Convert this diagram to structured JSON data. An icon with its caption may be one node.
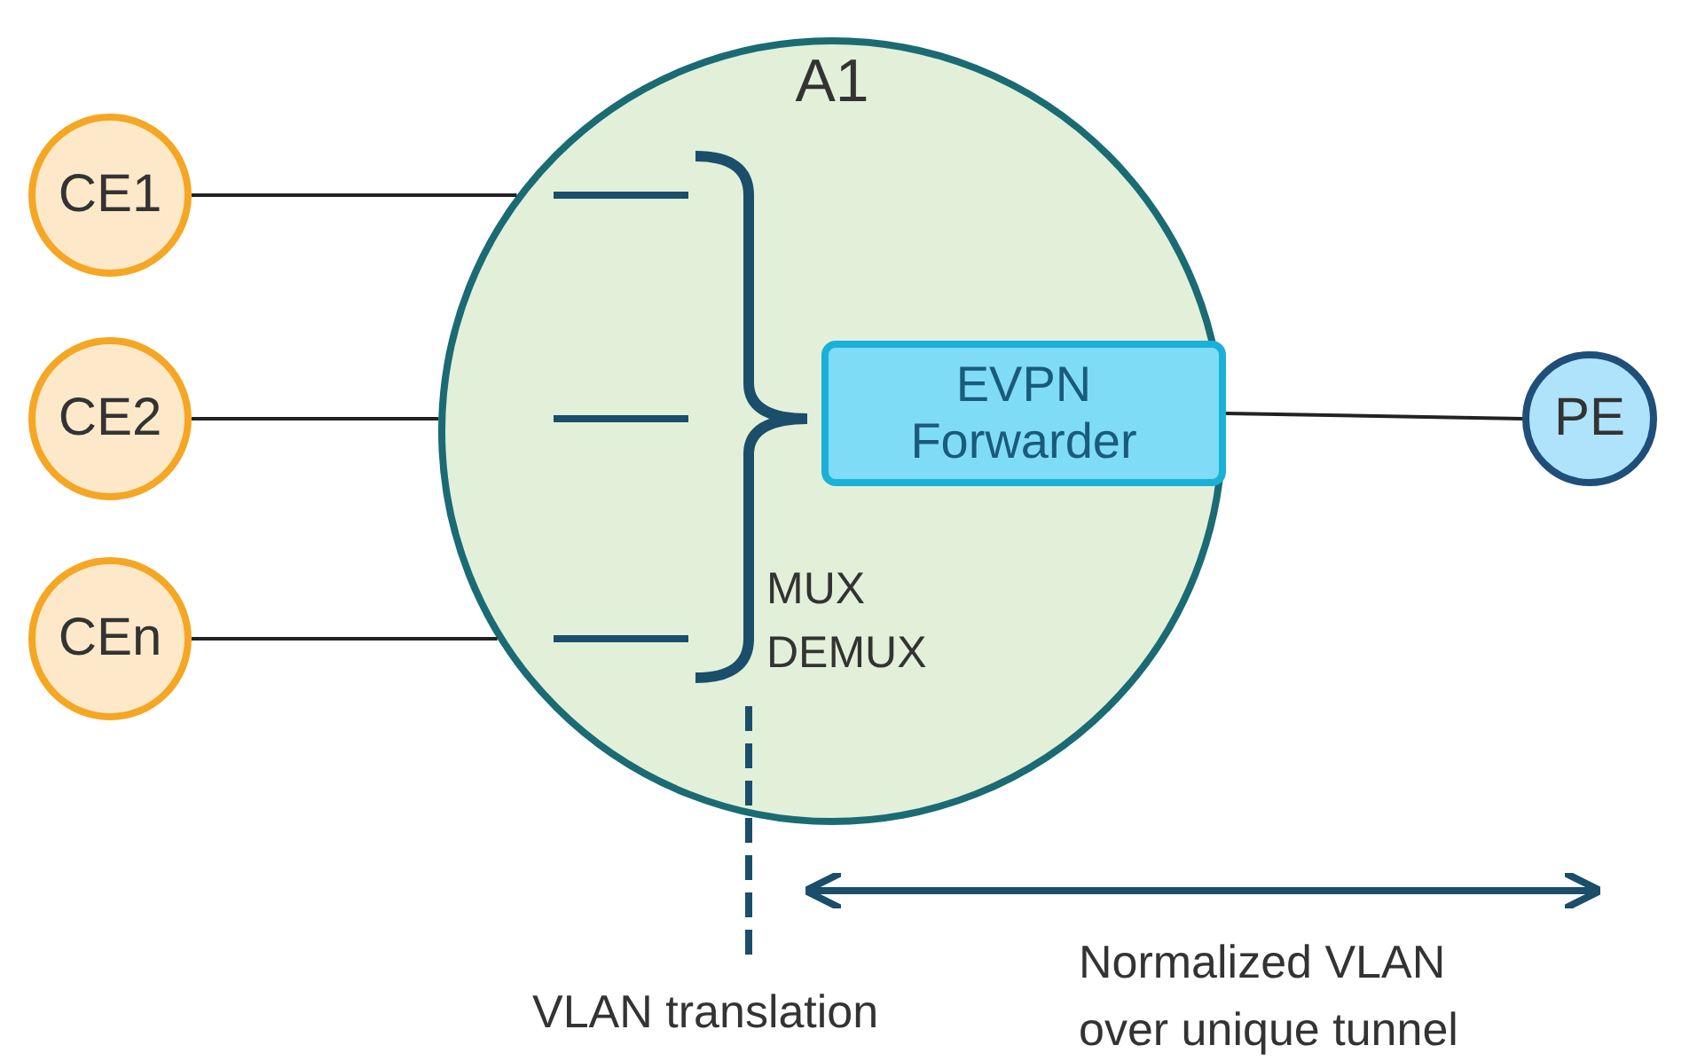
{
  "diagram": {
    "nodes": [
      {
        "text": [
          "A1"
        ]
      },
      {
        "text": [
          "CE1"
        ]
      },
      {
        "text": [
          "CE2"
        ]
      },
      {
        "text": [
          "CEn"
        ]
      },
      {
        "text": [
          "EVPN Forwarder"
        ],
        "in": 0
      },
      {
        "text": [
          "PE"
        ]
      }
    ],
    "edges": [
      {
        "from": 1,
        "to": 0,
        "arrow": "none"
      },
      {
        "from": 2,
        "to": 0,
        "arrow": "none"
      },
      {
        "from": 3,
        "to": 0,
        "arrow": "none"
      },
      {
        "from": 4,
        "to": 5,
        "arrow": "none"
      }
    ],
    "labels": [
      "MUX DEMUX",
      "VLAN translation",
      "Normalized VLAN over unique tunnel"
    ]
  }
}
